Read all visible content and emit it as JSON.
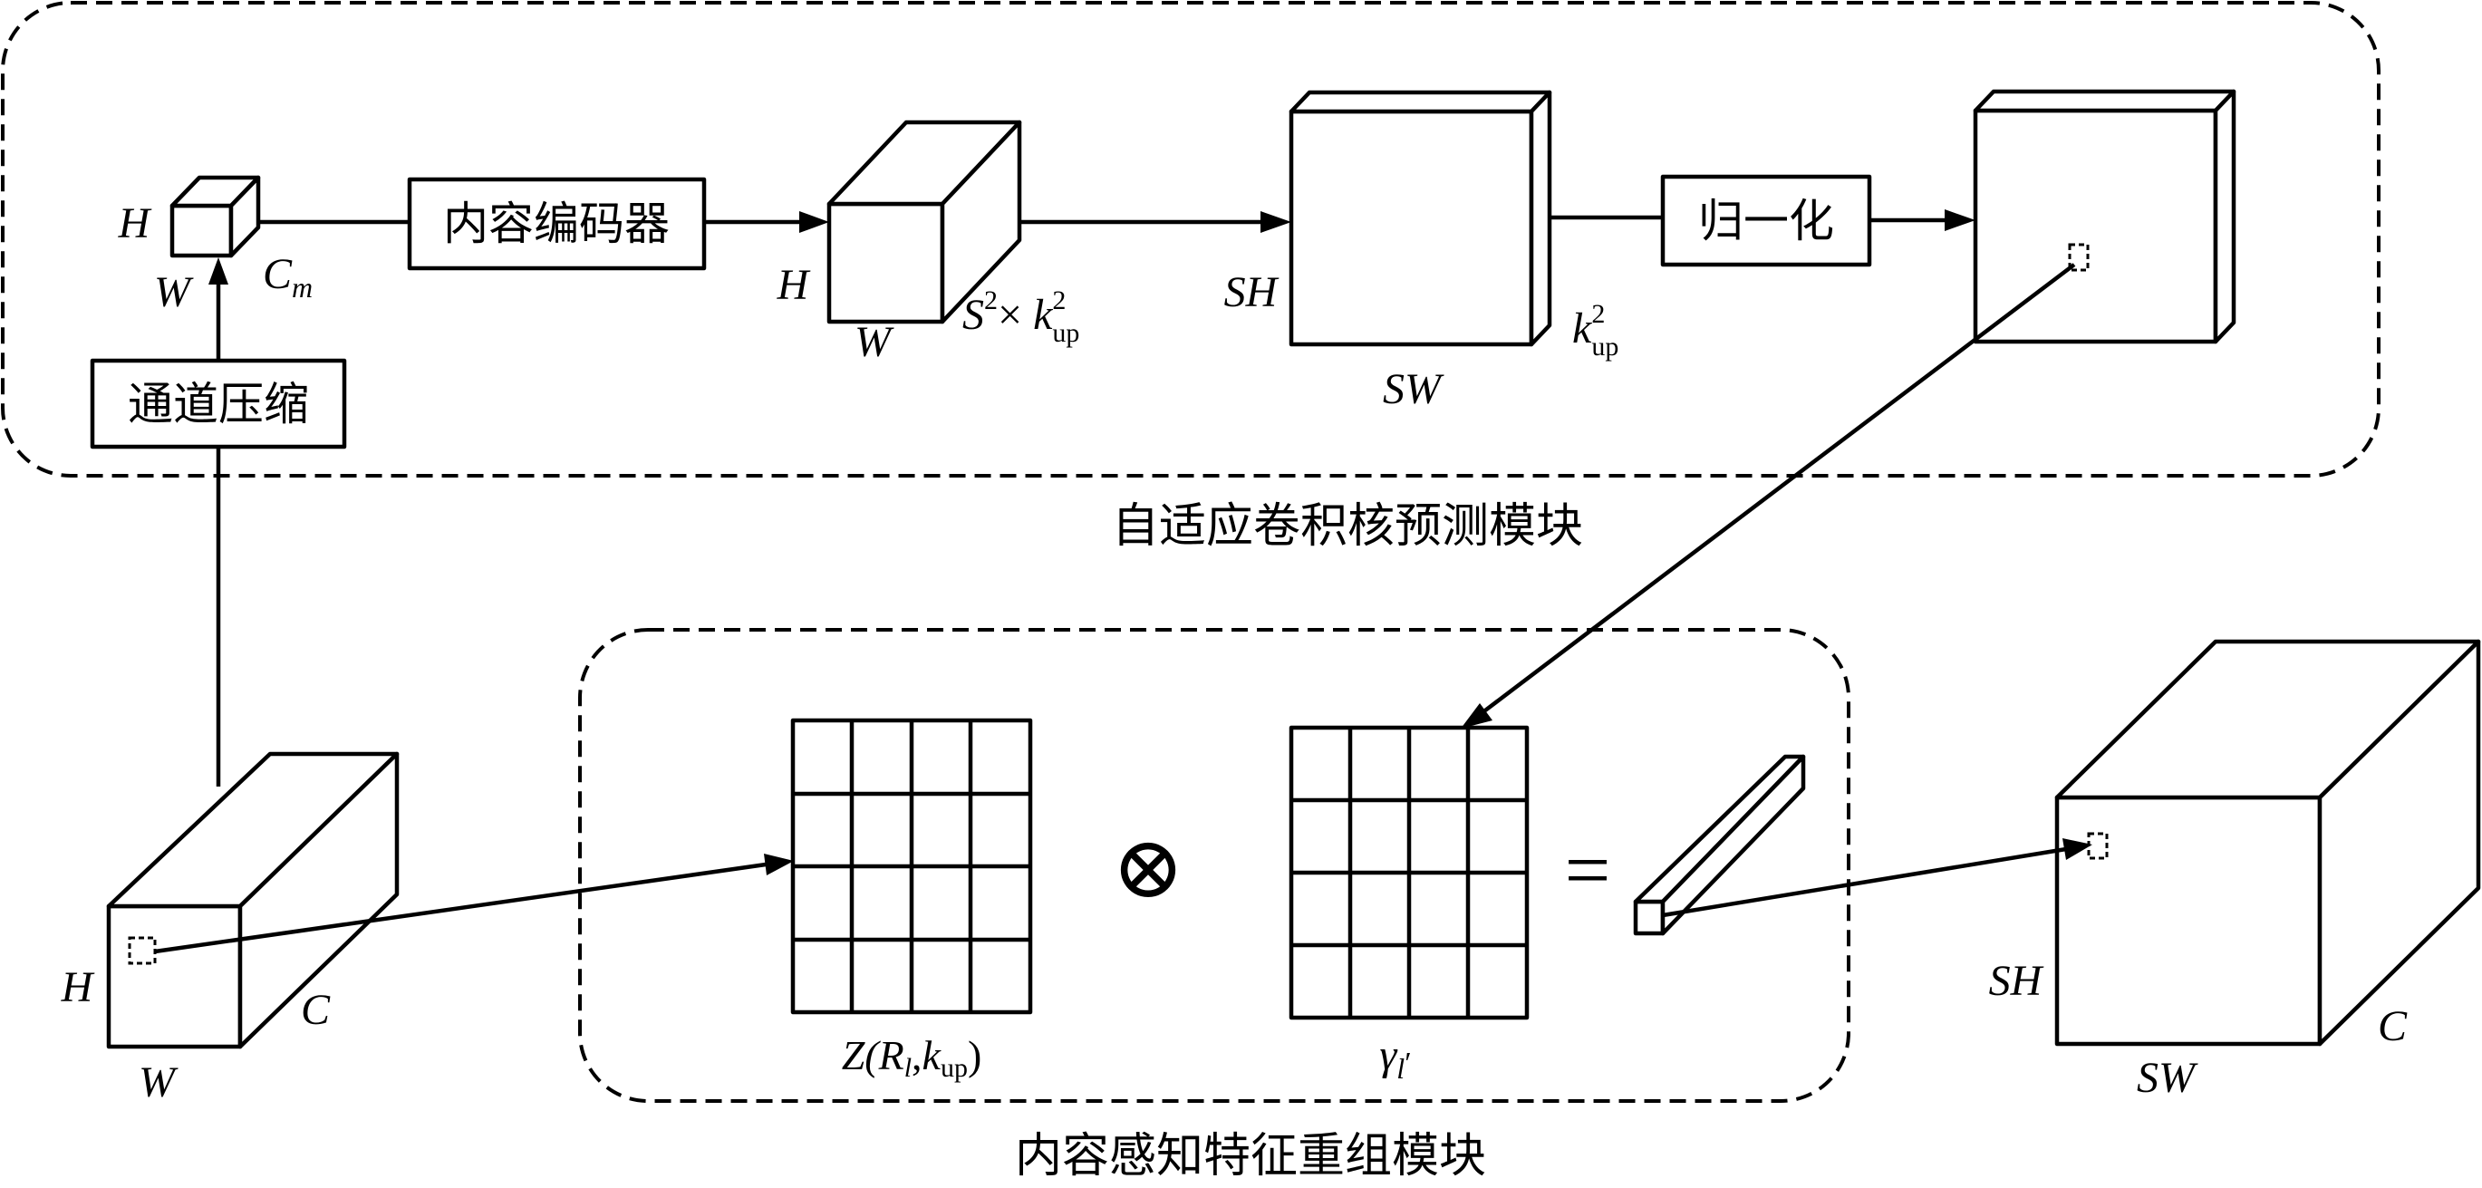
{
  "modules": {
    "kernel_prediction": {
      "caption": "自适应卷积核预测模块"
    },
    "feature_reassembly": {
      "caption": "内容感知特征重组模块"
    }
  },
  "boxes": {
    "channel_compress": "通道压缩",
    "content_encoder": "内容编码器",
    "normalize": "归一化"
  },
  "labels": {
    "small_H": "H",
    "small_W": "W",
    "Cm_base": "C",
    "Cm_sub": "m",
    "enc_H": "H",
    "enc_W": "W",
    "enc_S": "S",
    "enc_S_sup": "2",
    "enc_times": "× ",
    "enc_k": "k",
    "enc_k_sup": "2",
    "enc_k_sub": "up",
    "kmap_SH": "SH",
    "kmap_SW": "SW",
    "kmap_k": "k",
    "kmap_k_sup": "2",
    "kmap_k_sub": "up",
    "in_H": "H",
    "in_W": "W",
    "in_C": "C",
    "out_SH": "SH",
    "out_SW": "SW",
    "out_C": "C",
    "grid1_Z": "Z(",
    "grid1_R": "R",
    "grid1_l": "l",
    "grid1_comma": ",",
    "grid1_k": "k",
    "grid1_up": "up",
    "grid1_close": ")",
    "grid2_gamma": "γ",
    "grid2_l": "l",
    "grid2_prime": "′",
    "otimes": "⊗",
    "equals": "="
  }
}
